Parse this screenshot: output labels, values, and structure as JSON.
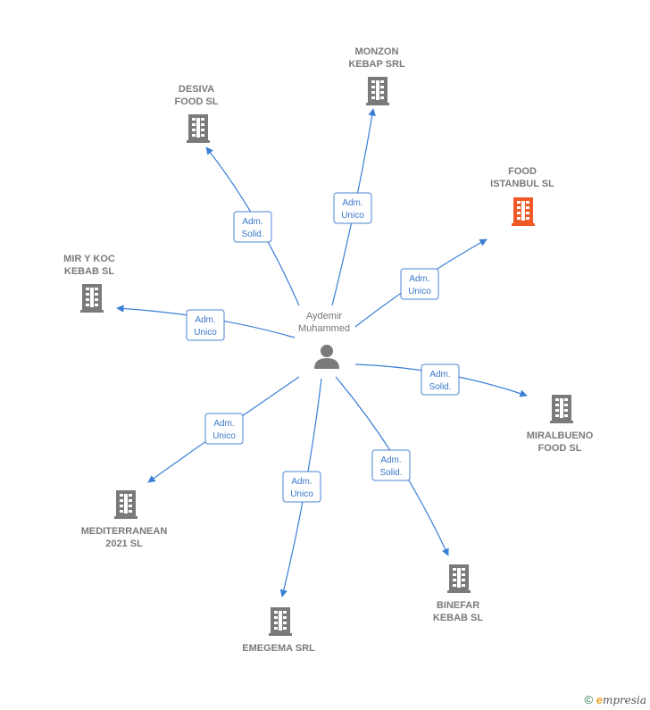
{
  "center": {
    "name_line1": "Aydemir",
    "name_line2": "Muhammed"
  },
  "companies": {
    "desiva": {
      "line1": "DESIVA",
      "line2": "FOOD  SL"
    },
    "monzon": {
      "line1": "MONZON",
      "line2": "KEBAP SRL"
    },
    "food_istanbul": {
      "line1": "FOOD",
      "line2": "ISTANBUL  SL",
      "color": "#f05a28"
    },
    "mir_y_koc": {
      "line1": "MIR Y KOC",
      "line2": "KEBAB  SL"
    },
    "miralbueno": {
      "line1": "MIRALBUENO",
      "line2": "FOOD  SL"
    },
    "mediterranean": {
      "line1": "MEDITERRANEAN",
      "line2": "2021  SL"
    },
    "emegema": {
      "line1": "EMEGEMA SRL"
    },
    "binefar": {
      "line1": "BINEFAR",
      "line2": "KEBAB  SL"
    }
  },
  "roles": {
    "desiva": {
      "line1": "Adm.",
      "line2": "Solid."
    },
    "monzon": {
      "line1": "Adm.",
      "line2": "Unico"
    },
    "food_istanbul": {
      "line1": "Adm.",
      "line2": "Unico"
    },
    "mir_y_koc": {
      "line1": "Adm.",
      "line2": "Unico"
    },
    "miralbueno": {
      "line1": "Adm.",
      "line2": "Solid."
    },
    "mediterranean": {
      "line1": "Adm.",
      "line2": "Unico"
    },
    "emegema": {
      "line1": "Adm.",
      "line2": "Unico"
    },
    "binefar": {
      "line1": "Adm.",
      "line2": "Solid."
    }
  },
  "colors": {
    "edge": "#3a7fd6",
    "building": "#7a7a7a",
    "highlight_building": "#f05a28",
    "person": "#7a7a7a"
  },
  "footer": {
    "copyright": "©",
    "brand_e": "e",
    "brand_rest": "mpresia"
  }
}
